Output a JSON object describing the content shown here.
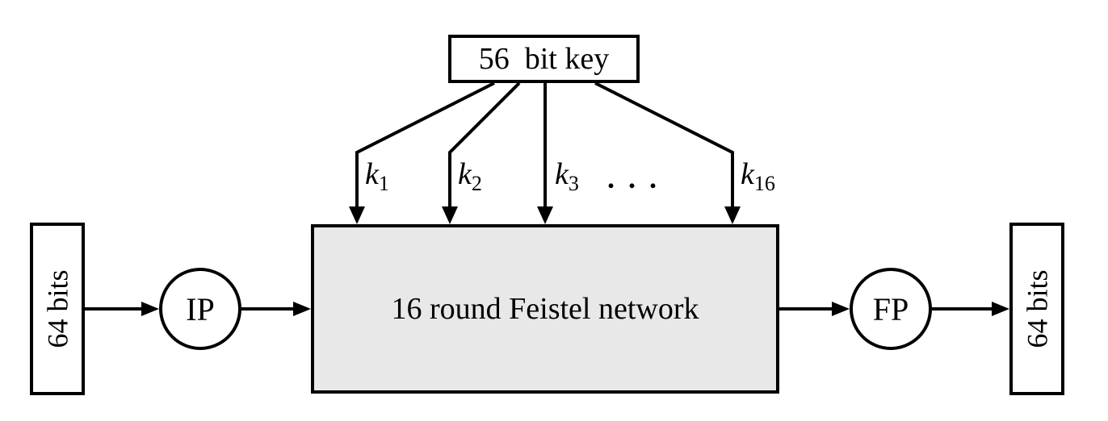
{
  "colors": {
    "line": "#000000",
    "feistel_fill": "#e8e8e8",
    "box_fill": "#ffffff",
    "background": "#ffffff"
  },
  "key_box": {
    "label": "56  bit key"
  },
  "feistel_box": {
    "label": "16 round Feistel network"
  },
  "input_box": {
    "label": "64 bits"
  },
  "output_box": {
    "label": "64 bits"
  },
  "ip_node": {
    "label": "IP"
  },
  "fp_node": {
    "label": "FP"
  },
  "round_keys": {
    "k1": {
      "base": "k",
      "sub": "1"
    },
    "k2": {
      "base": "k",
      "sub": "2"
    },
    "k3": {
      "base": "k",
      "sub": "3"
    },
    "k16": {
      "base": "k",
      "sub": "16"
    },
    "ellipsis": ". . ."
  }
}
